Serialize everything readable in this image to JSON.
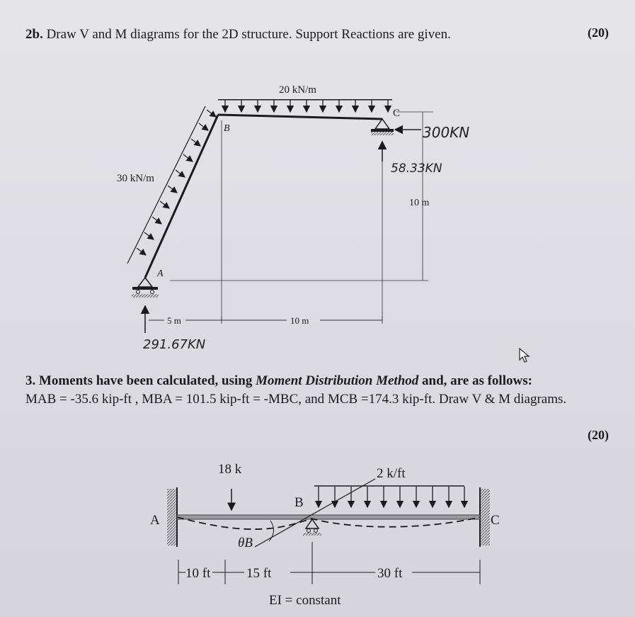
{
  "q2": {
    "number": "2b.",
    "text": "Draw V and M diagrams for the 2D structure. Support Reactions are given.",
    "marks": "(20)",
    "figure": {
      "top_load": "20 kN/m",
      "inclined_load": "30 kN/m",
      "label_a": "A",
      "label_b": "B",
      "label_c": "C",
      "dim_5m": "5 m",
      "dim_10m_h": "10 m",
      "dim_10m_v": "10 m",
      "hand_reaction_horizontal": "300KN",
      "hand_reaction_vertical_c": "58.33KN",
      "hand_reaction_a": "291.67KN"
    }
  },
  "q3": {
    "number": "3.",
    "line1_a": "Moments have been calculated, using",
    "line1_method": "Moment Distribution Method",
    "line1_b": "and, are as follows:",
    "m_ab": "MAB = -35.6 kip-ft ,",
    "m_ba": "MBA = 101.5 kip-ft = -MBC,",
    "m_cb_pre": "and",
    "m_cb": "MCB =174.3 kip-ft.",
    "line2_end": "Draw V & M diagrams.",
    "marks": "(20)",
    "figure": {
      "point_load": "18 k",
      "dist_load": "2 k/ft",
      "label_a": "A",
      "label_b": "B",
      "label_c": "C",
      "theta": "θB",
      "dim_10ft": "10 ft",
      "dim_15ft": "15 ft",
      "dim_30ft": "30 ft",
      "ei": "EI = constant"
    }
  }
}
